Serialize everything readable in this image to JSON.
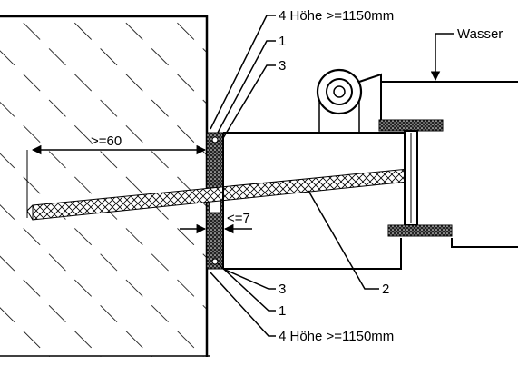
{
  "labels": {
    "height_top": "4 Höhe >=1150mm",
    "item1_top": "1",
    "item3_top": "3",
    "water": "Wasser",
    "embed_depth": ">=60",
    "gap": "<=7",
    "item3_bottom": "3",
    "item2": "2",
    "item1_bottom": "1",
    "height_bottom": "4 Höhe >=1150mm"
  }
}
